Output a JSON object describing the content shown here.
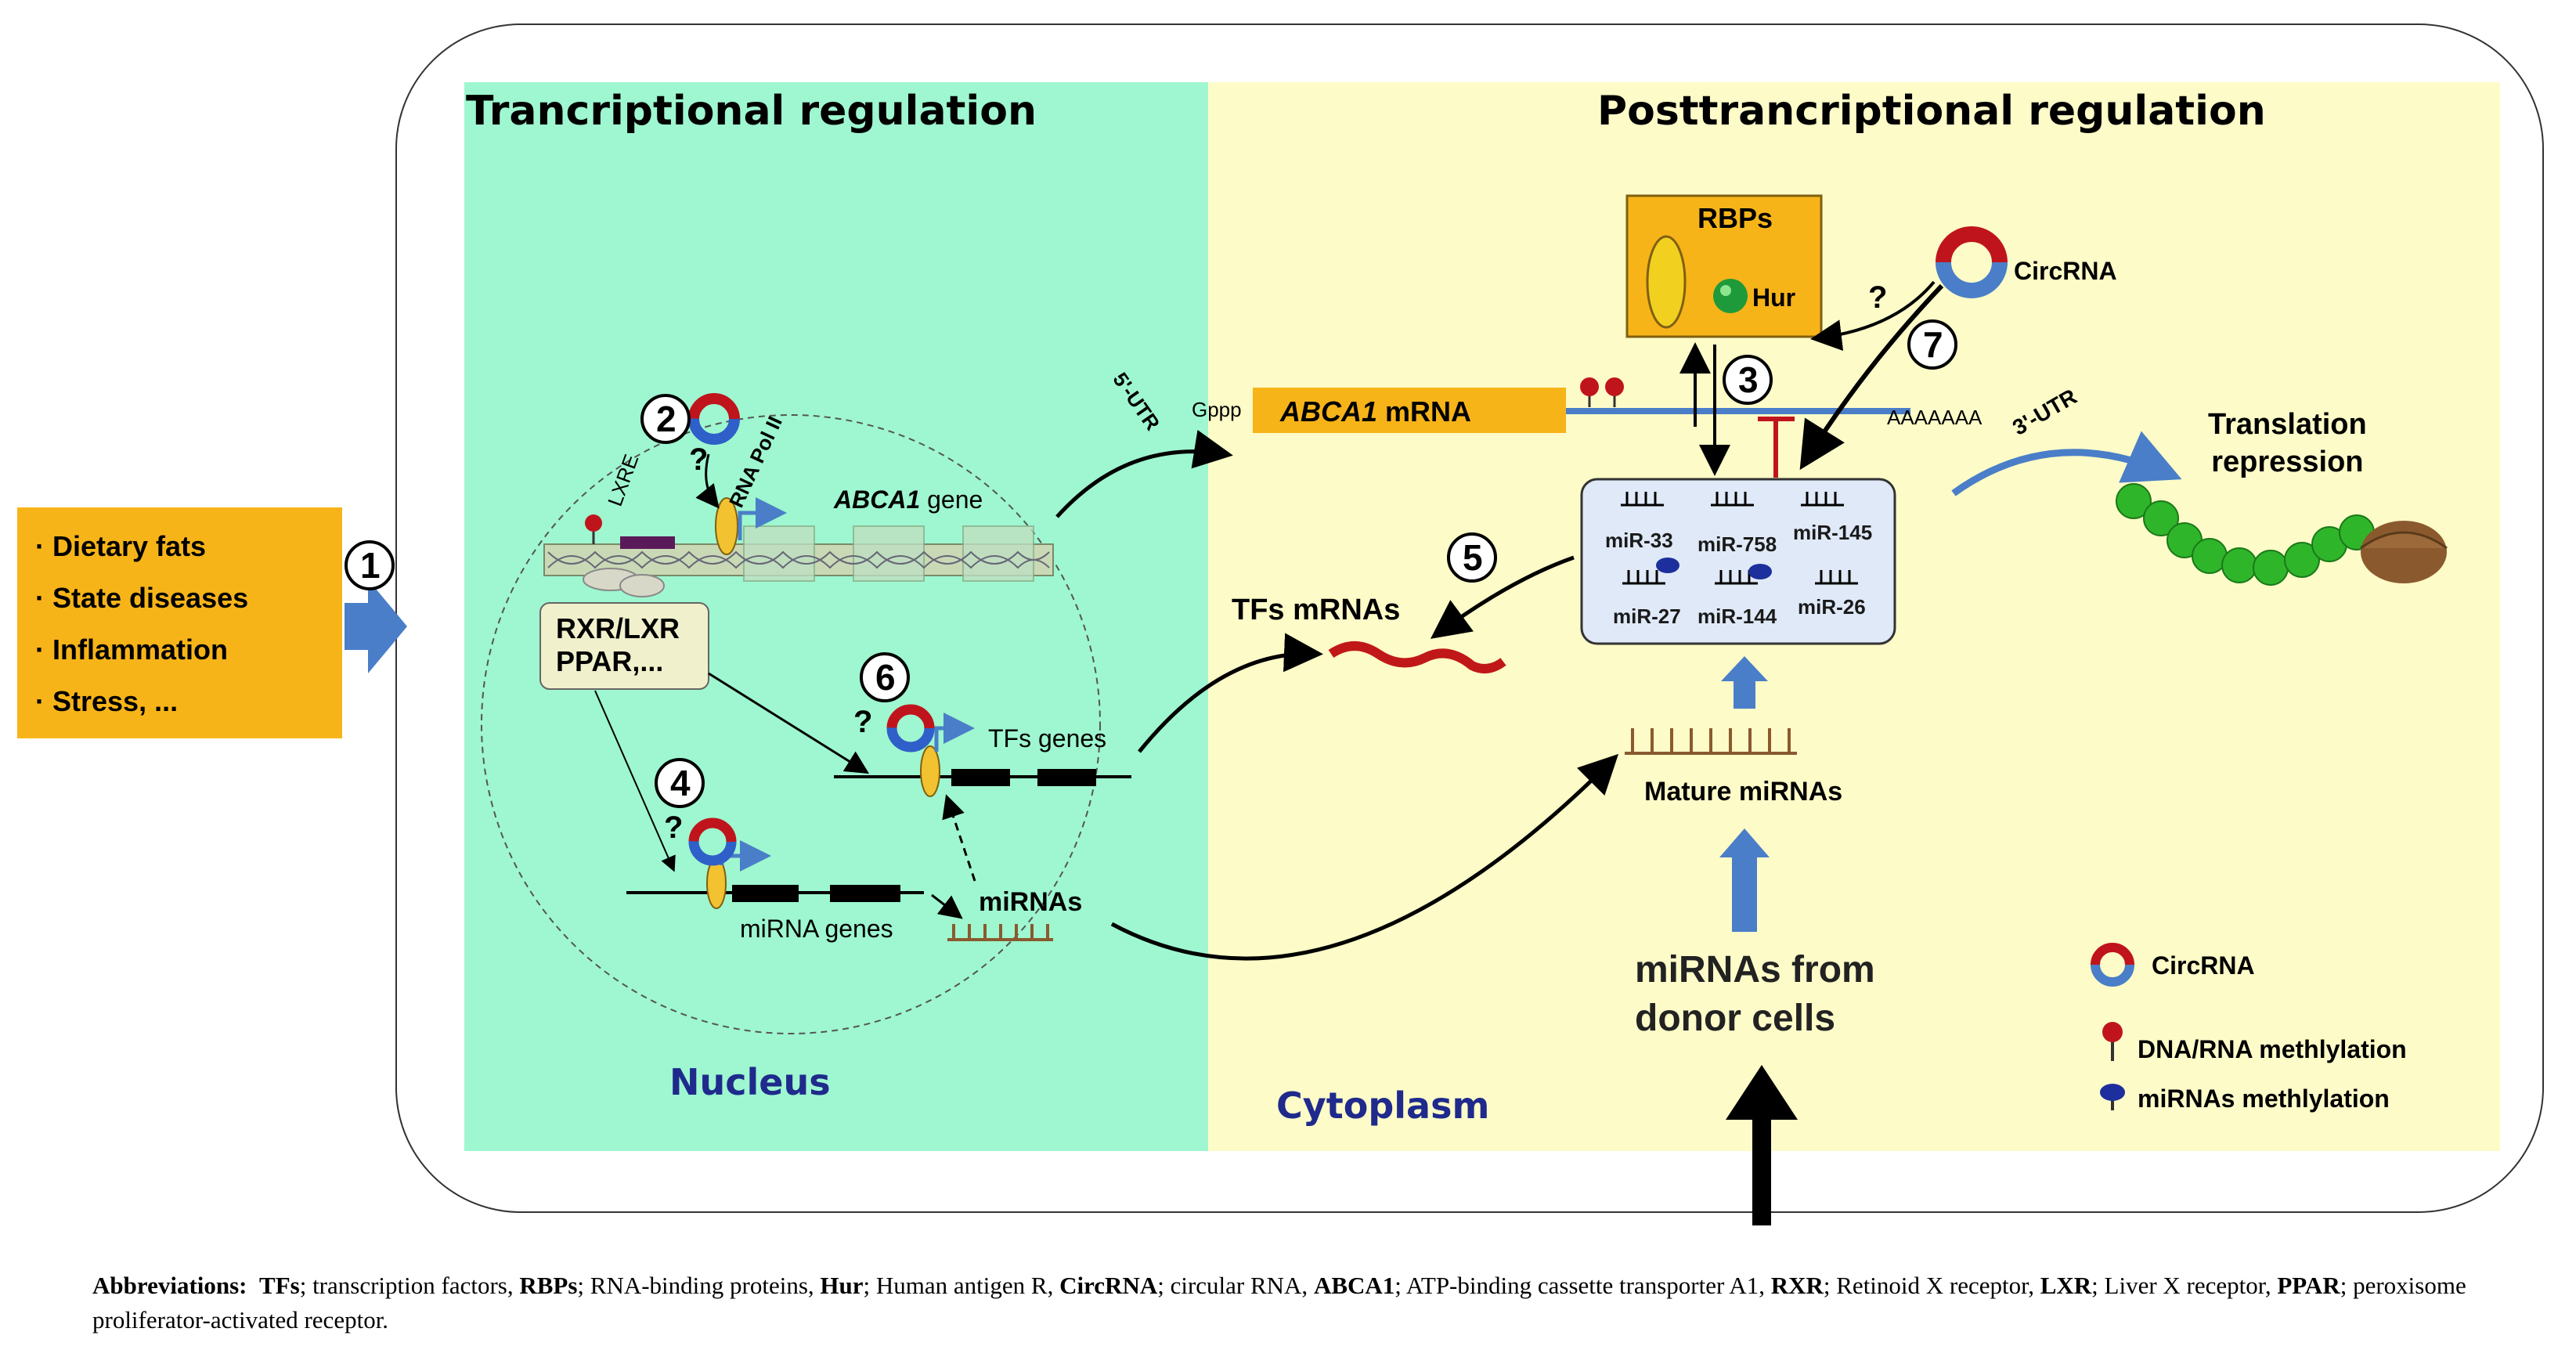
{
  "titles": {
    "transcriptional": "Trancriptional regulation",
    "posttranscriptional": "Posttrancriptional regulation"
  },
  "factors": [
    "· Dietary fats",
    "· State diseases",
    "· Inflammation",
    "· Stress, ..."
  ],
  "steps": [
    "1",
    "2",
    "3",
    "4",
    "5",
    "6",
    "7"
  ],
  "nucleus": {
    "label": "Nucleus",
    "lxre": "LXRE",
    "rna_pol": "RNA Pol II",
    "gene_italic": "ABCA1",
    "gene_suffix": " gene",
    "rxr_line1": "RXR/LXR",
    "rxr_line2": "PPAR,...",
    "tfs_genes": "TFs genes",
    "mirna_genes": "miRNA genes",
    "mirnas": "miRNAs",
    "question": "?"
  },
  "cytoplasm": {
    "label": "Cytoplasm",
    "utr5": "5'-UTR",
    "gppp": "Gppp",
    "mrna_italic": "ABCA1",
    "mrna_suffix": " mRNA",
    "polya": "AAAAAAA",
    "utr3": "3'-UTR",
    "rbps": "RBPs",
    "hur": "Hur",
    "circrna_top": "CircRNA",
    "tfs_mrnas": "TFs mRNAs",
    "mirs": [
      "miR-33",
      "miR-758",
      "miR-145",
      "miR-27",
      "miR-144",
      "miR-26"
    ],
    "mature_mirnas": "Mature miRNAs",
    "donor_line1": "miRNAs from",
    "donor_line2": "donor cells",
    "translation_line1": "Translation",
    "translation_line2": "repression"
  },
  "legend": {
    "circrna": "CircRNA",
    "dna_rna_methylation": "DNA/RNA methlylation",
    "mirna_methylation": "miRNAs methlylation"
  },
  "abbreviations": {
    "heading": "Abbreviations:",
    "items": [
      {
        "term": "TFs",
        "def": "; transcription factors, "
      },
      {
        "term": "RBPs",
        "def": "; RNA-binding proteins, "
      },
      {
        "term": "Hur",
        "def": "; Human antigen R, "
      },
      {
        "term": "CircRNA",
        "def": "; circular RNA, "
      },
      {
        "term": "ABCA1",
        "def": "; ATP-binding cassette transporter A1, "
      },
      {
        "term": "RXR",
        "def": "; Retinoid X receptor, "
      },
      {
        "term": "LXR",
        "def": "; Liver X receptor, "
      },
      {
        "term": "PPAR",
        "def": "; peroxisome proliferator-activated receptor."
      }
    ]
  },
  "colors": {
    "nucleus_bg": "#9ef7d0",
    "cytoplasm_bg": "#fdfbc8",
    "factor_box": "#f7b419",
    "arrow_blue": "#4a7ec8",
    "methyl_red": "#c0141c",
    "methyl_blue": "#1c2f9c",
    "tfs_mrna_red": "#c01818",
    "bead_green": "#2fb52a",
    "ribosome_brown": "#8a5a2e",
    "region_label": "#1f2a8c"
  }
}
